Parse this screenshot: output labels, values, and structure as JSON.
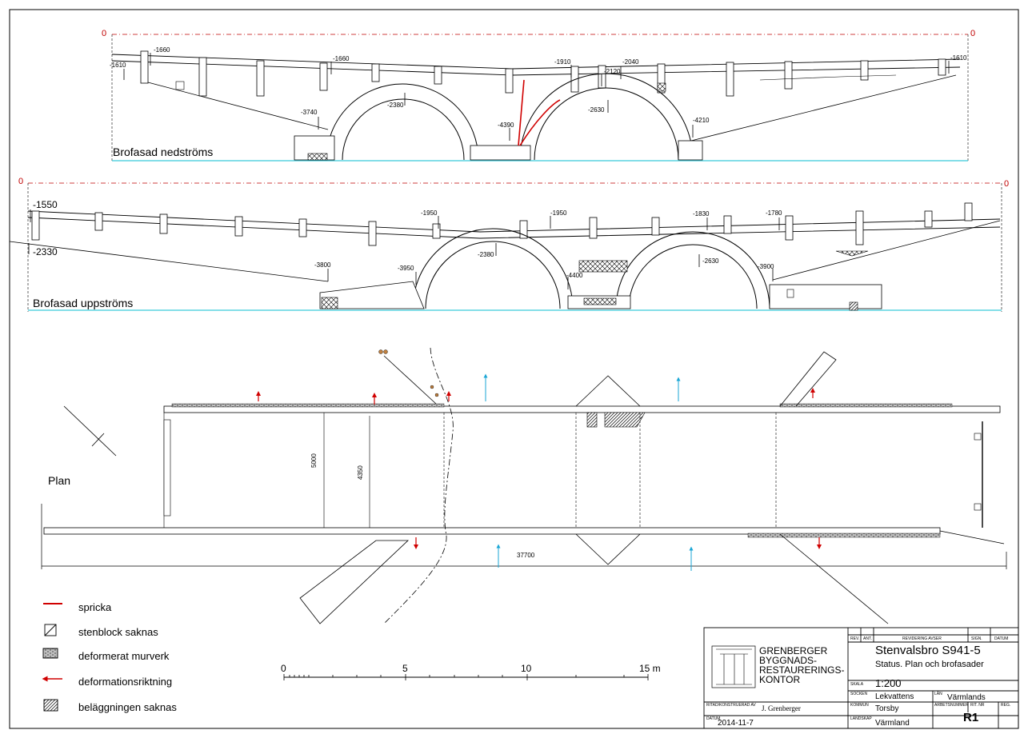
{
  "elevation_downstream": {
    "title": "Brofasad nedströms",
    "zero_left": "0",
    "zero_right": "0",
    "levels": [
      "-1660",
      "-1610",
      "-1660",
      "-1910",
      "-2040",
      "-2120",
      "-2380",
      "-3740",
      "-4390",
      "-2630",
      "-4210",
      "-1610"
    ]
  },
  "elevation_upstream": {
    "title": "Brofasad uppströms",
    "zero_left": "0",
    "zero_right": "0",
    "levels": [
      "-1550",
      "-2330",
      "-1950",
      "-1950",
      "-1830",
      "-1780",
      "-3800",
      "-3950",
      "-2380",
      "-4400",
      "-2630",
      "-3900"
    ]
  },
  "plan": {
    "title": "Plan",
    "dim_width_1": "5000",
    "dim_width_2": "4350",
    "dim_length": "37700"
  },
  "scale_bar": {
    "ticks": [
      "0",
      "5",
      "10",
      "15 m"
    ]
  },
  "legend": [
    {
      "label": "spricka",
      "symbol": "red-line"
    },
    {
      "label": "stenblock saknas",
      "symbol": "box-diagonal"
    },
    {
      "label": "deformerat murverk",
      "symbol": "brick-hatch"
    },
    {
      "label": "deformationsriktning",
      "symbol": "red-arrow"
    },
    {
      "label": "beläggningen saknas",
      "symbol": "diagonal-hatch"
    }
  ],
  "title_block": {
    "company_line1": "GRENBERGER",
    "company_line2": "BYGGNADS-",
    "company_line3": "RESTAURERINGS-",
    "company_line4": "KONTOR",
    "header_rev": "REV.",
    "header_ant": "ANT.",
    "header_revision": "REVIDERING AVSER",
    "header_sign": "SIGN.",
    "header_datum": "DATUM",
    "project_title": "Stenvalsbro S941-5",
    "subtitle": "Status. Plan och brofasader",
    "skala_label": "SKALA",
    "skala": "1:200",
    "socken_label": "SOCKEN",
    "socken": "Lekvattens",
    "lan_label": "LÄN",
    "lan": "Värmlands",
    "kommun_label": "KOMMUN",
    "kommun": "Torsby",
    "arbetsnummer_label": "ARBETSNUMMER",
    "ritnr_label": "RIT. NR",
    "reg_label": "REG.",
    "ritad_label": "RITAD/KONSTRUERAD AV",
    "ritad": "J. Grenberger",
    "datum_label": "DATUM",
    "datum": "2014-11-7",
    "landskap_label": "LANDSKAP",
    "landskap": "Värmland",
    "ritnr": "R1"
  },
  "colors": {
    "crack": "#d00000",
    "arrow_red": "#d00000",
    "arrow_cyan": "#1aa6d6",
    "waterline": "#39c9d9",
    "datum_line": "#c00000"
  }
}
